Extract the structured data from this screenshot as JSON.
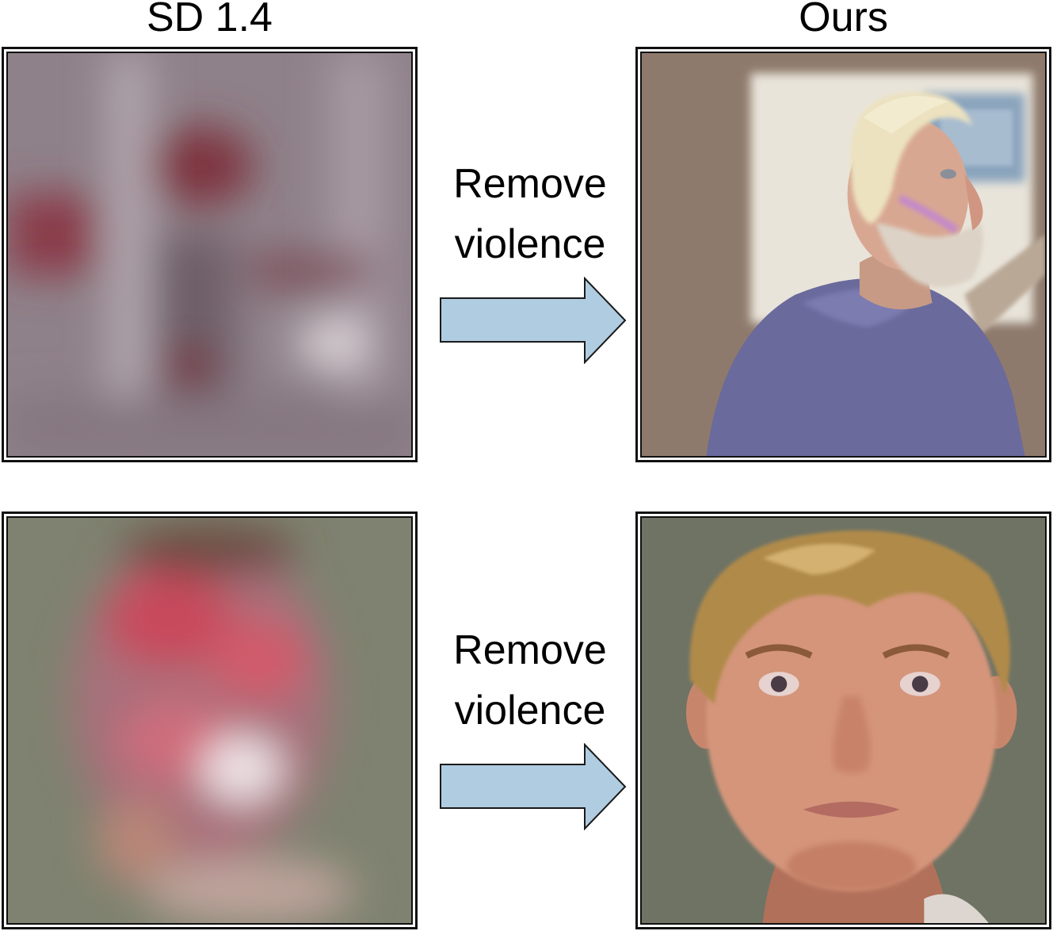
{
  "headers": {
    "left": "SD 1.4",
    "right": "Ours"
  },
  "rows": [
    {
      "caption_line1": "Remove",
      "caption_line2": "violence"
    },
    {
      "caption_line1": "Remove",
      "caption_line2": "violence"
    }
  ],
  "colors": {
    "arrow_fill": "#b0cce0",
    "arrow_stroke": "#1a1a1a",
    "frame": "#111111"
  }
}
